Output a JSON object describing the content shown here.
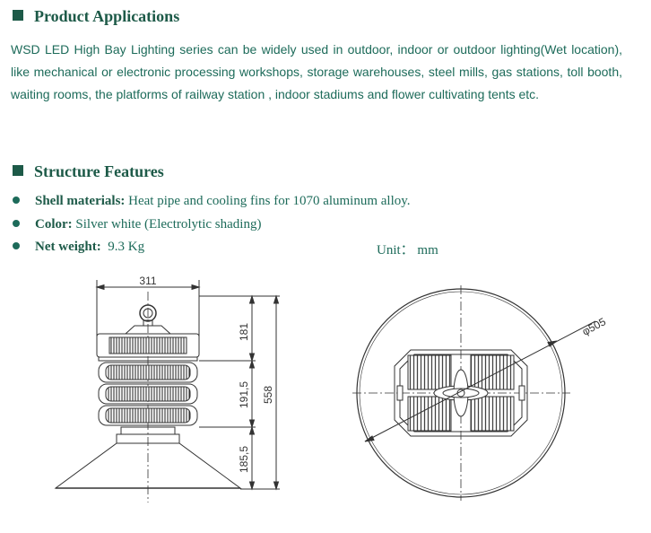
{
  "applications": {
    "heading": "Product Applications",
    "text": "WSD LED High Bay Lighting series can be widely used in outdoor, indoor or outdoor lighting(Wet location), like mechanical or electronic processing workshops, storage warehouses, steel mills, gas stations, toll booth, waiting rooms, the platforms of railway station , indoor stadiums and flower cultivating tents etc."
  },
  "structure": {
    "heading": "Structure Features",
    "features": [
      {
        "label": "Shell materials:",
        "value": " Heat pipe and cooling fins for 1070 aluminum alloy."
      },
      {
        "label": "Color:",
        "value": " Silver white (Electrolytic shading)"
      },
      {
        "label": "Net weight:",
        "value": "  9.3 Kg"
      }
    ],
    "unit": "Unit： mm"
  },
  "drawing": {
    "dimensions": {
      "width": "311",
      "top_height": "181",
      "mid_height": "191,5",
      "bottom_height": "185,5",
      "total_height": "558",
      "diameter": "φ505"
    }
  }
}
